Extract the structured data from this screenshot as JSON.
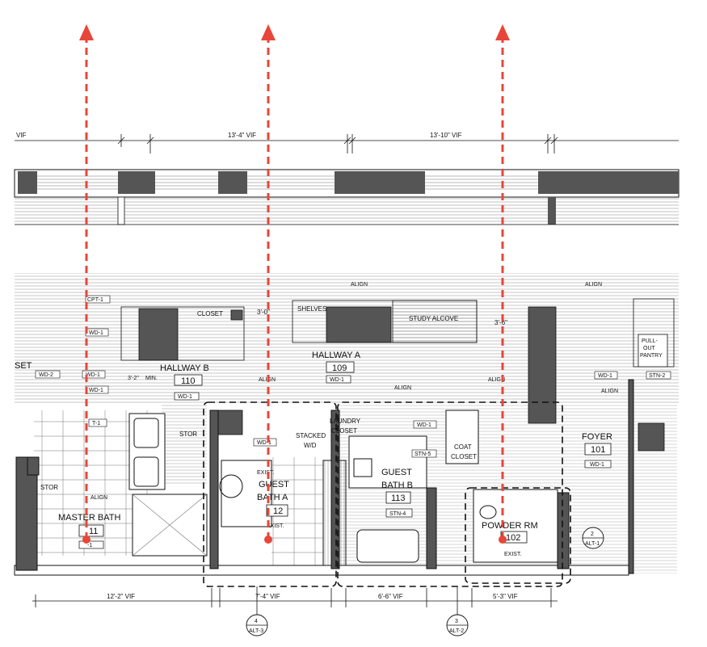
{
  "drawing": {
    "top_dimensions": {
      "left_vif": "VIF",
      "mid": "13'-4\"  VIF",
      "right": "13'-10\"  VIF"
    },
    "bottom_dimensions": {
      "d1": "12'-2\"  VIF",
      "d2": "7'-4\"  VIF",
      "d3": "6'-6\"  VIF",
      "d4": "5'-3\"  VIF"
    },
    "rooms": {
      "hallway_a": {
        "name": "HALLWAY A",
        "number": "109",
        "finish": "WD-1"
      },
      "hallway_b": {
        "name": "HALLWAY B",
        "number": "110",
        "finish": "WD-1"
      },
      "master_bath": {
        "name": "MASTER BATH",
        "number": "11",
        "finish": "-1"
      },
      "guest_bath_a_l1": "GUEST",
      "guest_bath_a_l2": "BATH A",
      "guest_bath_a_num": "12",
      "guest_bath_b_l1": "GUEST",
      "guest_bath_b_l2": "BATH B",
      "guest_bath_b_num": "113",
      "guest_bath_b_finish": "STN-4",
      "powder_rm": {
        "name": "POWDER RM",
        "number": "102"
      },
      "foyer": {
        "name": "FOYER",
        "number": "101",
        "finish": "WD-1"
      },
      "set": "SET"
    },
    "labels": {
      "closet": "CLOSET",
      "shelves": "SHELVES",
      "study_alcove": "STUDY  ALCOVE",
      "stor1": "STOR",
      "stor2": "STOR",
      "stacked_l1": "STACKED",
      "stacked_l2": "W/D",
      "laundry_l1": "LAUNDRY",
      "laundry_l2": "CLOSET",
      "coat_l1": "COAT",
      "coat_l2": "CLOSET",
      "pantry_l1": "PULL-",
      "pantry_l2": "OUT",
      "pantry_l3": "PANTRY",
      "min": "MIN.",
      "dim_3_0": "3'-0\"",
      "dim_3_6": "3'-6\"",
      "dim_3_2": "3'-2\""
    },
    "align": "ALIGN",
    "exist": "EXIST.",
    "tags": {
      "cpt1": "CPT-1",
      "wd1": "WD-1",
      "wd2": "WD-2",
      "stn2": "STN-2",
      "stn5": "STN-5",
      "t1": "T-1"
    },
    "section_markers": [
      {
        "number": "4",
        "sheet": "ALT-3"
      },
      {
        "number": "3",
        "sheet": "ALT-2"
      },
      {
        "number": "2",
        "sheet": "ALT-1"
      }
    ],
    "colors": {
      "arrow": "#e8463a",
      "wall_fill": "#555555",
      "line": "#111111",
      "hatch": "#9a9a9a"
    }
  }
}
